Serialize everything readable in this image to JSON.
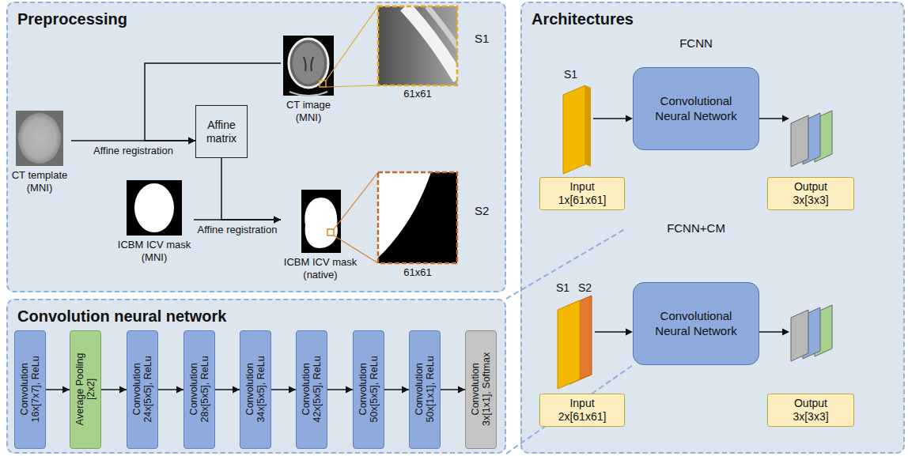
{
  "diagram": {
    "nodes": [
      {
        "text": [
          "Preprocessing"
        ]
      },
      {
        "text": [
          "CT image (MNI)"
        ],
        "in": 0
      },
      {
        "text": [
          "CT template (MNI)"
        ],
        "in": 0
      },
      {
        "text": [
          "Affine matrix"
        ],
        "in": 0
      },
      {
        "text": [
          "ICBM ICV mask (MNI)"
        ],
        "in": 0
      },
      {
        "text": [
          "ICBM ICV mask (native)"
        ],
        "in": 0
      },
      {
        "text": [
          "Convolution neural network"
        ]
      },
      {
        "text": [
          "Convolution 16x[7x7], ReLu"
        ],
        "in": 6
      },
      {
        "text": [
          "Average Pooling [2x2]"
        ],
        "in": 6
      },
      {
        "text": [
          "Convolution 24x[5x5], ReLu"
        ],
        "in": 6
      },
      {
        "text": [
          "Convolution 28x[5x5], ReLu"
        ],
        "in": 6
      },
      {
        "text": [
          "Convolution 34x[5x5], ReLu"
        ],
        "in": 6
      },
      {
        "text": [
          "Convolution 42x[5x5], ReLu"
        ],
        "in": 6
      },
      {
        "text": [
          "Convolution 50x[5x5], ReLu"
        ],
        "in": 6
      },
      {
        "text": [
          "Convolution 50x[1x1], ReLu"
        ],
        "in": 6
      },
      {
        "text": [
          "Convolution 3x[1x1], Softmax"
        ],
        "in": 6
      },
      {
        "text": [
          "Architectures"
        ]
      },
      {
        "text": [
          "Input",
          "1x[61x61]"
        ],
        "in": 16
      },
      {
        "text": [
          "Convolutional Neural Network"
        ],
        "in": 16
      },
      {
        "text": [
          "Output",
          "3x[3x3]"
        ],
        "in": 16
      },
      {
        "text": [
          "Input",
          "2x[61x61]"
        ],
        "in": 16
      },
      {
        "text": [
          "Convolutional Neural Network"
        ],
        "in": 16
      },
      {
        "text": [
          "Output",
          "3x[3x3]"
        ],
        "in": 16
      }
    ],
    "edges": [
      {
        "from": 2,
        "to": 3,
        "label": "Affine registration",
        "arrow": "to"
      },
      {
        "from": 1,
        "to": 3,
        "arrow": "to"
      },
      {
        "from": 4,
        "to": 5,
        "label": "Affine registration",
        "arrow": "to"
      },
      {
        "from": 3,
        "to": 5,
        "arrow": "to"
      },
      {
        "from": 7,
        "to": 8,
        "arrow": "to"
      },
      {
        "from": 8,
        "to": 9,
        "arrow": "to"
      },
      {
        "from": 9,
        "to": 10,
        "arrow": "to"
      },
      {
        "from": 10,
        "to": 11,
        "arrow": "to"
      },
      {
        "from": 11,
        "to": 12,
        "arrow": "to"
      },
      {
        "from": 12,
        "to": 13,
        "arrow": "to"
      },
      {
        "from": 13,
        "to": 14,
        "arrow": "to"
      },
      {
        "from": 14,
        "to": 15,
        "arrow": "to"
      }
    ],
    "labels": [
      "S1",
      "61x61",
      "S2",
      "61x61",
      "FCNN",
      "S1",
      "FCNN+CM",
      "S1",
      "S2"
    ]
  }
}
